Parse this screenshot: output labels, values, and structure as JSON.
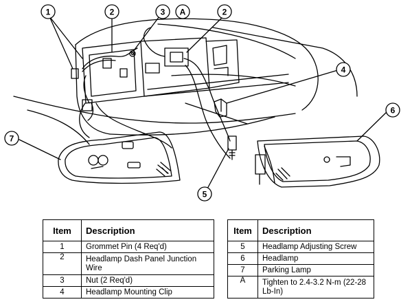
{
  "callouts": {
    "c1": "1",
    "c2a": "2",
    "c3": "3",
    "cA": "A",
    "c2b": "2",
    "c4": "4",
    "c6": "6",
    "c7": "7",
    "c5": "5"
  },
  "table": {
    "header_item": "Item",
    "header_description": "Description",
    "left_rows": [
      {
        "item": "1",
        "description": "Grommet Pin (4 Req'd)"
      },
      {
        "item": "2",
        "description": "Headlamp Dash Panel Junction Wire"
      },
      {
        "item": "3",
        "description": "Nut (2 Req'd)"
      },
      {
        "item": "4",
        "description": "Headlamp Mounting Clip"
      }
    ],
    "right_rows": [
      {
        "item": "5",
        "description": "Headlamp Adjusting Screw"
      },
      {
        "item": "6",
        "description": "Headlamp"
      },
      {
        "item": "7",
        "description": "Parking Lamp"
      },
      {
        "item": "A",
        "description": "Tighten to 2.4-3.2 N-m (22-28 Lb-In)"
      }
    ]
  }
}
